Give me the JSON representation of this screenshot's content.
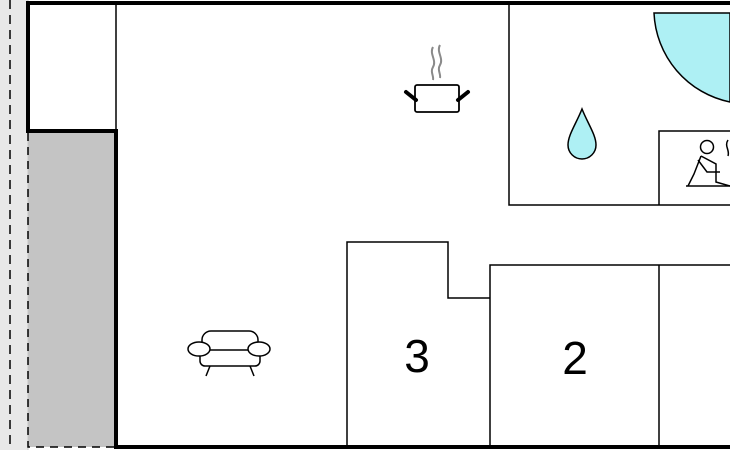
{
  "floorplan": {
    "colors": {
      "background": "#ffffff",
      "walls": "#000000",
      "terrace": "#e8e8e8",
      "balcony": "#c4c4c4",
      "water": "#aef0f4",
      "steam": "#8a8a8a"
    },
    "rooms": [
      {
        "id": "room-3",
        "label": "3"
      },
      {
        "id": "room-2",
        "label": "2"
      }
    ],
    "icons": [
      "cooking-pot-icon",
      "water-drop-icon",
      "sofa-icon",
      "pool-icon",
      "sauna-person-icon"
    ]
  }
}
